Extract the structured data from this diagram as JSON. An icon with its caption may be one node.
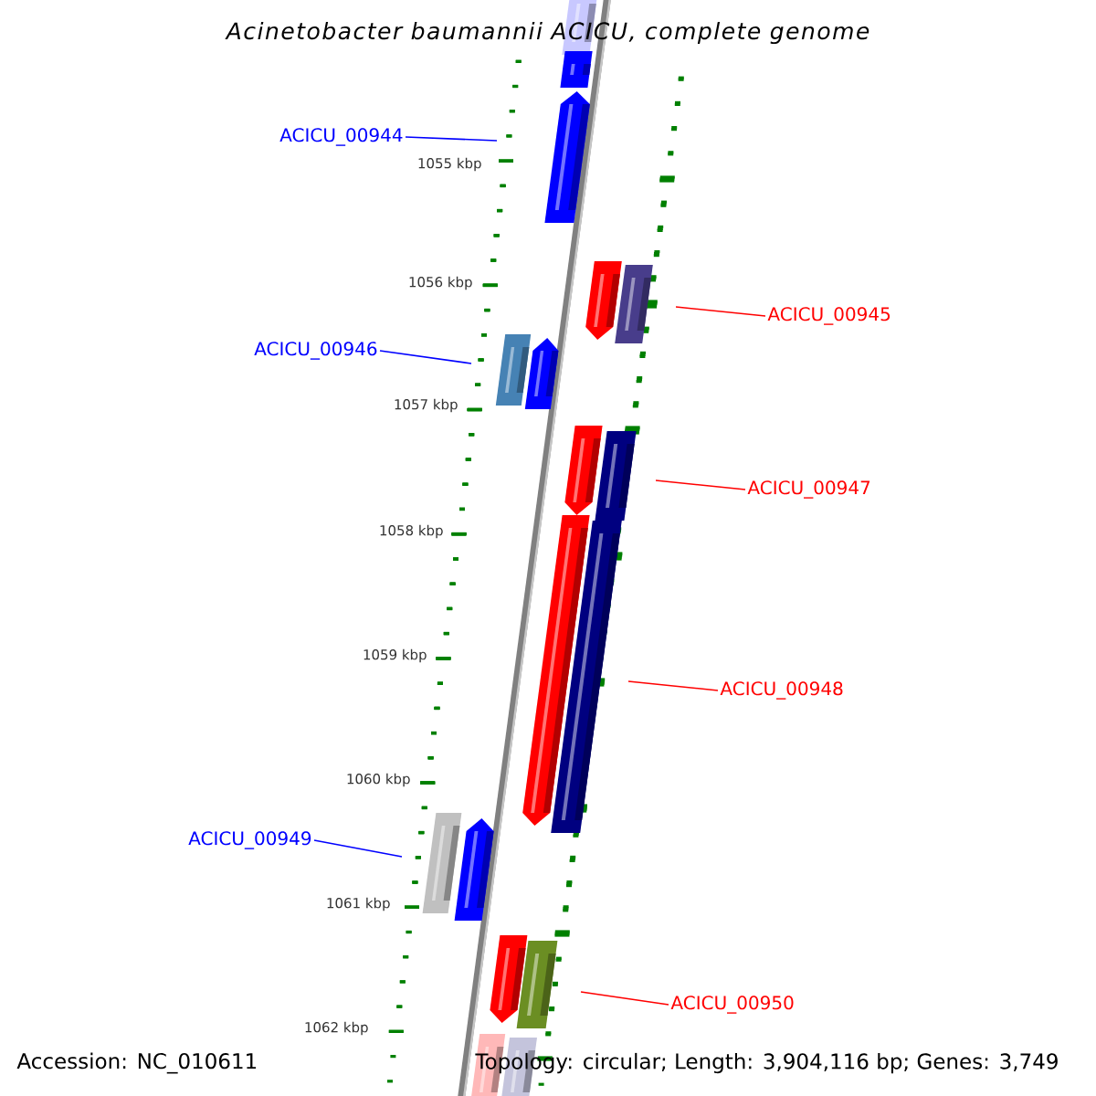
{
  "diagram": {
    "title": "Acinetobacter baumannii ACICU, complete genome",
    "nodes": [
      {
        "text": [
          "ACICU_00944"
        ]
      },
      {
        "text": [
          "ACICU_00945"
        ]
      },
      {
        "text": [
          "ACICU_00946"
        ]
      },
      {
        "text": [
          "ACICU_00947"
        ]
      },
      {
        "text": [
          "ACICU_00948"
        ]
      },
      {
        "text": [
          "ACICU_00949"
        ]
      },
      {
        "text": [
          "ACICU_00950"
        ]
      }
    ],
    "edges": [
      {
        "from": 0,
        "to": null,
        "arrow": "none",
        "color": "#0000ff"
      },
      {
        "from": 1,
        "to": null,
        "arrow": "none",
        "color": "#ff0000"
      },
      {
        "from": 2,
        "to": null,
        "arrow": "none",
        "color": "#0000ff"
      },
      {
        "from": 3,
        "to": null,
        "arrow": "none",
        "color": "#ff0000"
      },
      {
        "from": 4,
        "to": null,
        "arrow": "none",
        "color": "#ff0000"
      },
      {
        "from": 5,
        "to": null,
        "arrow": "none",
        "color": "#0000ff"
      },
      {
        "from": 6,
        "to": null,
        "arrow": "none",
        "color": "#ff0000"
      }
    ],
    "labels": [
      "1055 kbp",
      "1056 kbp",
      "1057 kbp",
      "1058 kbp",
      "1059 kbp",
      "1060 kbp",
      "1061 kbp",
      "1062 kbp",
      "Accession: NC_010611",
      "Topology: circular; Length: 3,904,116 bp; Genes: 3,749"
    ]
  }
}
